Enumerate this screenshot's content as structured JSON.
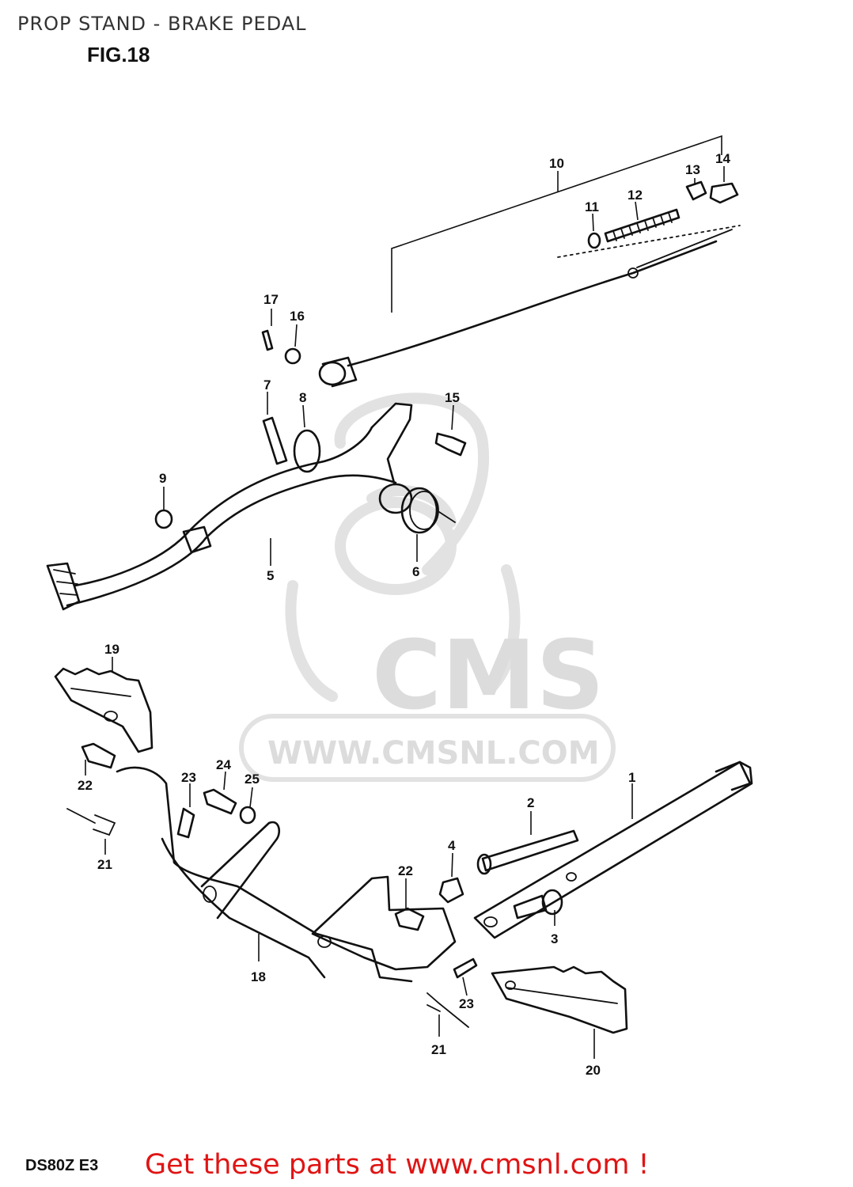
{
  "header": {
    "title": "PROP STAND - BRAKE PEDAL",
    "figure": "FIG.18"
  },
  "watermark": {
    "brand": "CMS",
    "url": "WWW.CMSNL.COM"
  },
  "parts": {
    "p1": "1",
    "p2": "2",
    "p3": "3",
    "p4": "4",
    "p5": "5",
    "p6": "6",
    "p7": "7",
    "p8": "8",
    "p9": "9",
    "p10": "10",
    "p11": "11",
    "p12": "12",
    "p13": "13",
    "p14": "14",
    "p15": "15",
    "p16": "16",
    "p17": "17",
    "p18": "18",
    "p19": "19",
    "p20": "20",
    "p21a": "21",
    "p21b": "21",
    "p22a": "22",
    "p22b": "22",
    "p23a": "23",
    "p23b": "23",
    "p24": "24",
    "p25": "25"
  },
  "footer": {
    "model": "DS80Z E3",
    "cta": "Get these parts at www.cmsnl.com !"
  },
  "colors": {
    "cta": "#e01414",
    "linework": "#111111",
    "watermark": "#dcdcdc"
  }
}
